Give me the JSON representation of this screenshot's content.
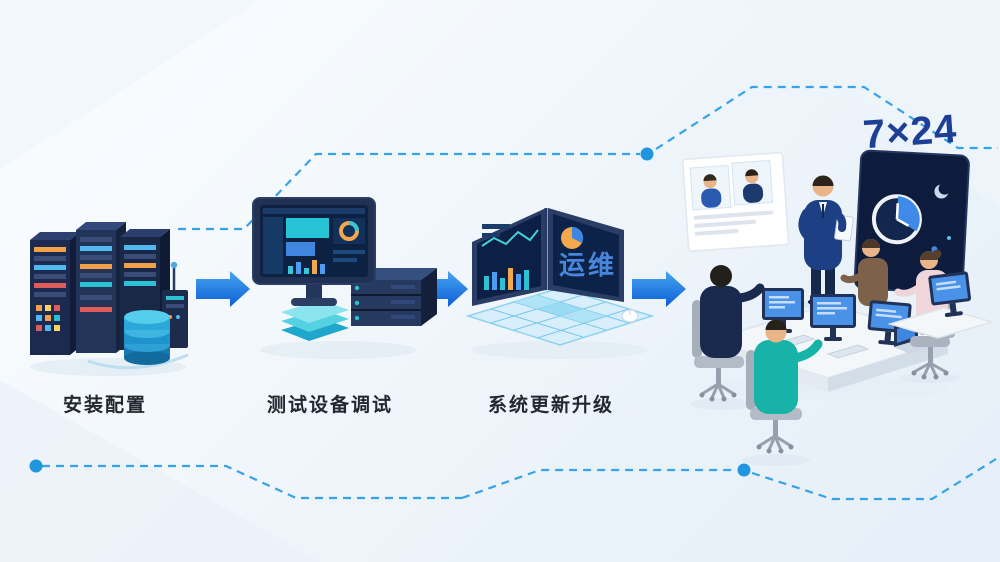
{
  "illustration": {
    "stages": [
      {
        "id": "install",
        "label": "安装配置",
        "icon": "server-rack-icon"
      },
      {
        "id": "testing",
        "label": "测试设备调试",
        "icon": "monitor-dashboard-icon"
      },
      {
        "id": "upgrade",
        "label": "系统更新升级",
        "icon": "dual-screen-update-icon"
      },
      {
        "id": "operate",
        "label": "",
        "icon": "operations-team-icon"
      }
    ],
    "annotations": {
      "uptime_badge": "7×24",
      "screen_caption": "运维"
    },
    "colors": {
      "arrow_blue": "#1677e0",
      "dash_blue": "#36a2e8",
      "node_dot_blue": "#2196e0",
      "dark_navy": "#17254a",
      "teal": "#2cc2d6",
      "badge_navy": "#1d3f96"
    }
  }
}
